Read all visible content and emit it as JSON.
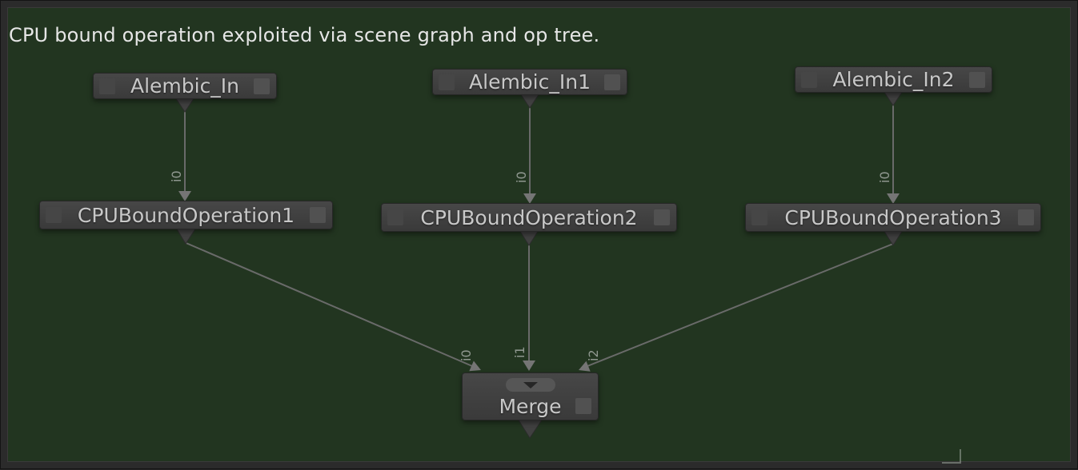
{
  "app": {
    "title": "CPU bound operation exploited via scene graph and op tree."
  },
  "nodes": [
    {
      "label": "Alembic_In"
    },
    {
      "label": "Alembic_In1"
    },
    {
      "label": "Alembic_In2"
    },
    {
      "label": "CPUBoundOperation1"
    },
    {
      "label": "CPUBoundOperation2"
    },
    {
      "label": "CPUBoundOperation3"
    },
    {
      "label": "Merge"
    }
  ],
  "edges": [
    {
      "from": "Alembic_In",
      "to": "CPUBoundOperation1",
      "port_label": "i0"
    },
    {
      "from": "Alembic_In1",
      "to": "CPUBoundOperation2",
      "port_label": "i0"
    },
    {
      "from": "Alembic_In2",
      "to": "CPUBoundOperation3",
      "port_label": "i0"
    },
    {
      "from": "CPUBoundOperation1",
      "to": "Merge",
      "port_label": "i0"
    },
    {
      "from": "CPUBoundOperation2",
      "to": "Merge",
      "port_label": "i1"
    },
    {
      "from": "CPUBoundOperation3",
      "to": "Merge",
      "port_label": "i2"
    }
  ],
  "colors": {
    "canvas_background": "#223520",
    "frame_background": "#2b2b2b",
    "node_fill": "#3e3e3e",
    "edge_stroke": "#6e6e6e",
    "node_text": "#c8c8c8",
    "title_text": "#e6e6e6",
    "port_label_text": "#8f978f"
  }
}
